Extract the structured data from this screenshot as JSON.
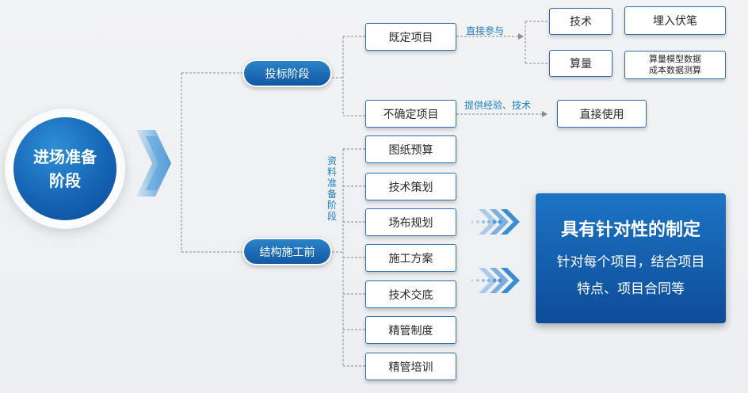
{
  "root": {
    "line1": "进场准备",
    "line2": "阶段"
  },
  "stages": {
    "bidding": "投标阶段",
    "pre_construction": "结构施工前"
  },
  "bidding_items": {
    "fixed_project": "既定项目",
    "uncertain_project": "不确定项目"
  },
  "edge_labels": {
    "direct_participate": "直接参与",
    "provide_experience": "提供经验、技术"
  },
  "fixed_targets": {
    "technology": "技术",
    "buried": "埋入伏笔",
    "estimate": "算量",
    "estimate_note_line1": "算量模型数据",
    "estimate_note_line2": "成本数据测算"
  },
  "uncertain_target": "直接使用",
  "material_prep_label": "资料准备阶段",
  "prep_items": [
    "图纸预算",
    "技术策划",
    "场布规划",
    "施工方案",
    "技术交底",
    "精管制度",
    "精管培训"
  ],
  "result": {
    "heading": "具有针对性的制定",
    "line1": "针对每个项目，结合项目",
    "line2": "特点、项目合同等"
  },
  "colors": {
    "primary_blue": "#1565b5",
    "line_gray": "#8c8c8c",
    "label_blue": "#1e7dc8"
  }
}
